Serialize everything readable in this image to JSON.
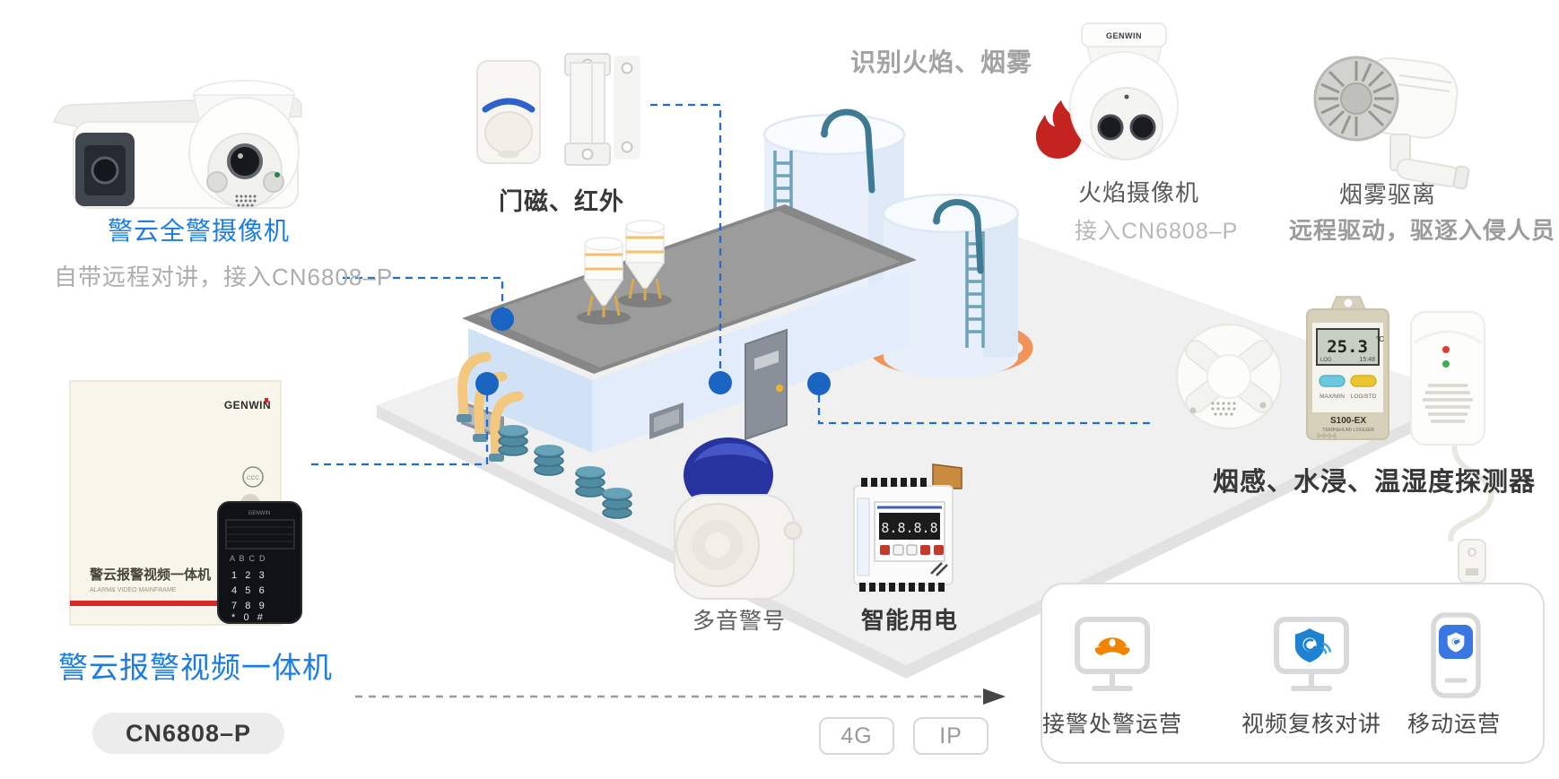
{
  "brand": "GENWIN",
  "colors": {
    "accent_blue": "#1b7ce2",
    "connector_blue": "#1f6fc9",
    "node_dot_blue": "#1a64c2",
    "flame_red": "#c4231f",
    "police_cap_orange": "#f08300",
    "shield_blue": "#1e82d2",
    "app_blue": "#3b77e3",
    "alarm_stripe_red": "#d9282a",
    "tank_ring_orange": "#f2935a"
  },
  "left_camera": {
    "title": "警云全警摄像机",
    "subtitle": "自带远程对讲，接入CN6808–P"
  },
  "door_sensor": {
    "label": "门磁、红外"
  },
  "fire_zone": {
    "note": "识别火焰、烟雾",
    "camera_title": "火焰摄像机",
    "camera_subtitle": "接入CN6808–P"
  },
  "smoke_dispel": {
    "title": "烟雾驱离",
    "subtitle": "远程驱动，驱逐入侵人员"
  },
  "sensor_group": {
    "label": "烟感、水浸、温湿度探测器",
    "logger": {
      "reading": "25.3",
      "unit": "°C",
      "lcd_log": "LOG",
      "lcd_time": "15:48",
      "btn_left": "MAX/MIN",
      "btn_right": "LOG/STD",
      "model": "S100-EX",
      "model_sub": "TEMP&HUMI LOGGER"
    }
  },
  "siren": {
    "label": "多音警号"
  },
  "smart_power": {
    "label": "智能用电",
    "display": "8.8.8.8"
  },
  "alarm_host": {
    "title": "警云报警视频一体机",
    "model": "CN6808–P",
    "box_title": "警云报警视频一体机",
    "box_subtitle": "ALARM& VIDEO MAINFRAME",
    "cert": "CCC",
    "keypad_letters": "A  B  C  D",
    "keypad_rows": [
      "1   2   3",
      "4   5   6",
      "7   8   9",
      "*   0   #"
    ]
  },
  "network": {
    "badges": [
      "4G",
      "IP"
    ]
  },
  "operations_panel": {
    "items": [
      {
        "label": "接警处警运营",
        "icon": "police-cap-icon"
      },
      {
        "label": "视频复核对讲",
        "icon": "shield-cloud-icon"
      },
      {
        "label": "移动运营",
        "icon": "mobile-app-icon"
      }
    ]
  }
}
